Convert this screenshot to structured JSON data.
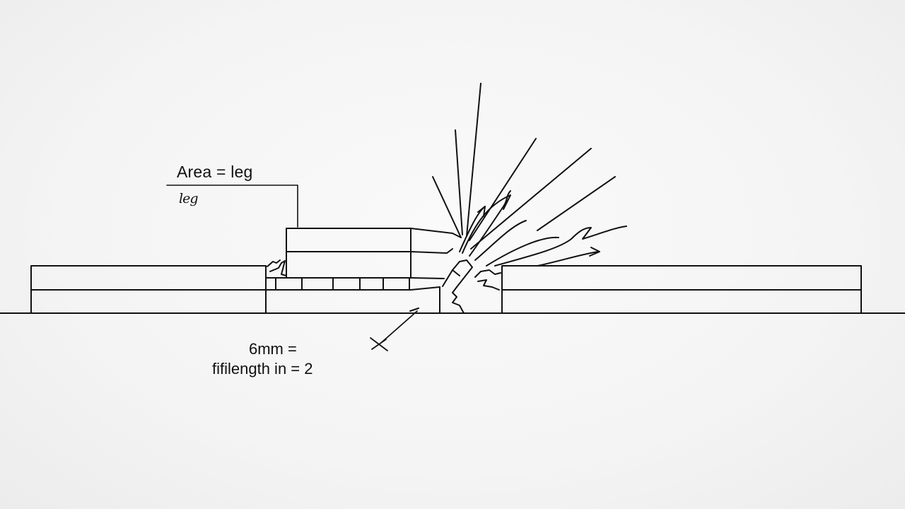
{
  "labels": {
    "area": "Area = leg",
    "leg_note": "leg",
    "dimension_line1": "6mm =",
    "dimension_line2": "fifilength in = 2"
  },
  "colors": {
    "stroke": "#111111",
    "background": "#f5f5f5"
  }
}
